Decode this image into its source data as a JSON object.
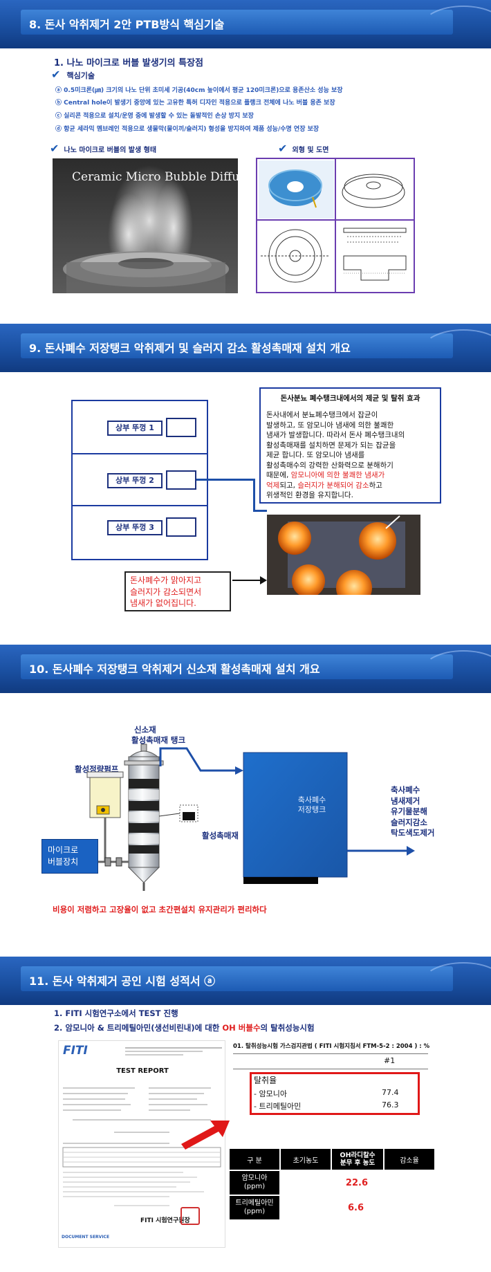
{
  "section8": {
    "title": "8. 돈사 악취제거 2안 PTB방식 핵심기술",
    "heading": "1. 나노 마이크로 버블 발생기의 특장점",
    "subheading": "핵심기술",
    "bullets": [
      "ⓐ 0.5미크론(㎛) 크기의 나노 단위 초미세 기공(40cm 높이에서 평균 120미크론)으로 용존산소 성능 보장",
      "ⓑ Central hole이 발생기 중앙에 있는 고유한 특허 디자인 적용으로 플랭크 전체에 나노 버블 용존 보장",
      "ⓒ 실리콘 적용으로 설치/운영 중에 발생할 수 있는 돌발적인 손상 방지 보장",
      "ⓓ 항균 세라믹 멤브레인 적용으로 생물막(물이끼/슬러지) 형성을 방지하여 제품 성능/수명 연장 보장"
    ],
    "left_caption": "나노 마이크로 버블의 발생 형태",
    "right_caption": "외형 및 도면",
    "photo_text": "Ceramic Micro Bubble Diffuser"
  },
  "section9": {
    "title": "9. 돈사폐수 저장탱크 악취제거 및 슬러지 감소 활성촉매재 설치 개요",
    "lids": [
      "상부 뚜껑 1",
      "상부 뚜껑 2",
      "상부 뚜껑 3"
    ],
    "info_title": "돈사분뇨 폐수탱크내에서의 제균 및 탈취 효과",
    "info_lines": [
      "돈사내에서 분뇨폐수탱크에서 잡균이",
      "발생하고, 또 암모니아 냄새에 의한 불쾌한",
      "냄새가 발생합니다. 따라서 돈사 폐수탱크내의",
      "활성촉매재를 설치하면  문제가 되는 잡균을",
      "제균 합니다. 또 암모니아 냄새를",
      "활성촉매수의 강력한 산화력으로 분해하기"
    ],
    "info_line7_a": "때문에, ",
    "info_line7_red": "암모니아에 의한 불쾌한 냄새가",
    "info_line8_red1": "억제",
    "info_line8_mid": "되고, ",
    "info_line8_red2": "슬러지가 분해되어 감소",
    "info_line8_end": "하고",
    "info_line9": "위생적인 환경을 유지합니다.",
    "result_lines": [
      "돈사폐수가 맑아지고",
      "슬러지가 감소되면서",
      "냄새가 없어집니다."
    ]
  },
  "section10": {
    "title": "10. 돈사폐수 저장탱크 악취제거 신소재 활성촉매재 설치 개요",
    "tank_label_1": "신소재",
    "tank_label_2": "활성촉매재 탱크",
    "pump_label": "활성정량펌프",
    "catalyst_label": "활성촉매재",
    "micro_label_1": "마이크로",
    "micro_label_2": "버블장치",
    "storage_label_1": "축사폐수",
    "storage_label_2": "저장탱크",
    "effects": [
      "축사폐수",
      "냄새제거",
      "유기물분해",
      "슬러지감소",
      "탁도색도제거"
    ],
    "footer": "비용이 저렴하고 고장율이 없고 초간편설치 유지관리가 편리하다"
  },
  "section11": {
    "title": "11. 돈사 악취제거 공인 시험 성적서 ⓐ",
    "line1": "1. FITI 시험연구소에서 TEST 진행",
    "line2_a": "2. 암모니아 & 트리메틸아민(생선비린내)에 대한 ",
    "line2_red": "OH 버블수",
    "line2_b": "의 탈취성능시험",
    "report_logo": "FITI",
    "report_title": "TEST REPORT",
    "report_footer": "FITI 시험연구원장",
    "report_service": "DOCUMENT SERVICE",
    "table_caption": "01.  탈취성능시험 가스검지관법 ( FITI 시험지침서 FTM-5-2 : 2004 ) : %",
    "col_header": "#1",
    "row_group": "탈취율",
    "rows": [
      {
        "label": "- 암모니아",
        "value": "77.4"
      },
      {
        "label": "- 트리메틸아민",
        "value": "76.3"
      }
    ],
    "table2_headers": [
      "구 분",
      "초기농도",
      "OH라디칼수\n분무 후 농도",
      "감소율"
    ],
    "table2_rows": [
      {
        "label": "암모니아\n(ppm)",
        "value": "22.6"
      },
      {
        "label": "트리메틸아민\n(ppm)",
        "value": "6.6"
      }
    ]
  },
  "colors": {
    "banner": "#1d5bb4",
    "accent_red": "#e02020",
    "navy": "#1b2f7d"
  }
}
